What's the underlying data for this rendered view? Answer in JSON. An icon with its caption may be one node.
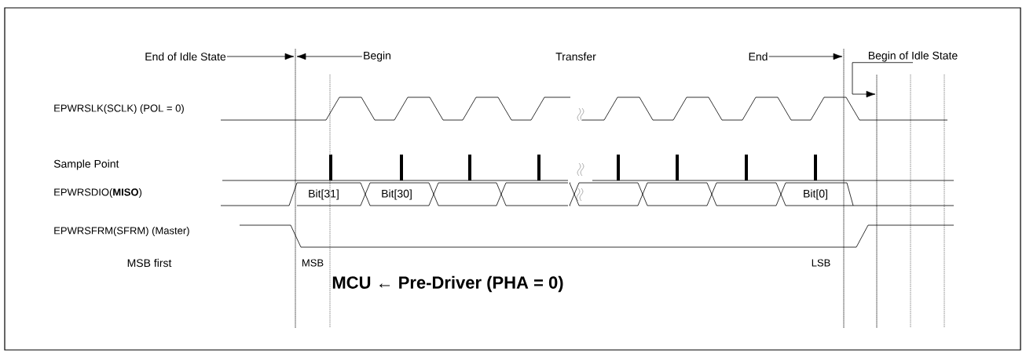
{
  "diagram": {
    "caption": "MCU ← Pre-Driver (PHA = 0)",
    "nodes": [
      {
        "text": [
          "End of Idle State"
        ]
      },
      {
        "text": [
          "Begin"
        ]
      },
      {
        "text": [
          "End"
        ]
      },
      {
        "text": [
          "Begin of Idle State"
        ]
      },
      {
        "text": [],
        "shape": "line"
      },
      {
        "text": [],
        "shape": "line"
      },
      {
        "text": [],
        "shape": "line"
      }
    ],
    "edges": [
      {
        "from": 0,
        "to": 4,
        "arrow": "to"
      },
      {
        "from": 1,
        "to": 4,
        "arrow": "to"
      },
      {
        "from": 2,
        "to": 5,
        "arrow": "to"
      },
      {
        "from": 3,
        "to": 6,
        "arrow": "to"
      }
    ],
    "labels": [
      "Transfer",
      "EPWRSLK(SCLK) (POL = 0)",
      "Sample Point",
      "EPWRSDIO(**MISO**)",
      "Bit[31]",
      "Bit[30]",
      "Bit[0]",
      "EPWRSFRM(SFRM) (Master)",
      "MSB first",
      "MSB",
      "LSB"
    ]
  }
}
